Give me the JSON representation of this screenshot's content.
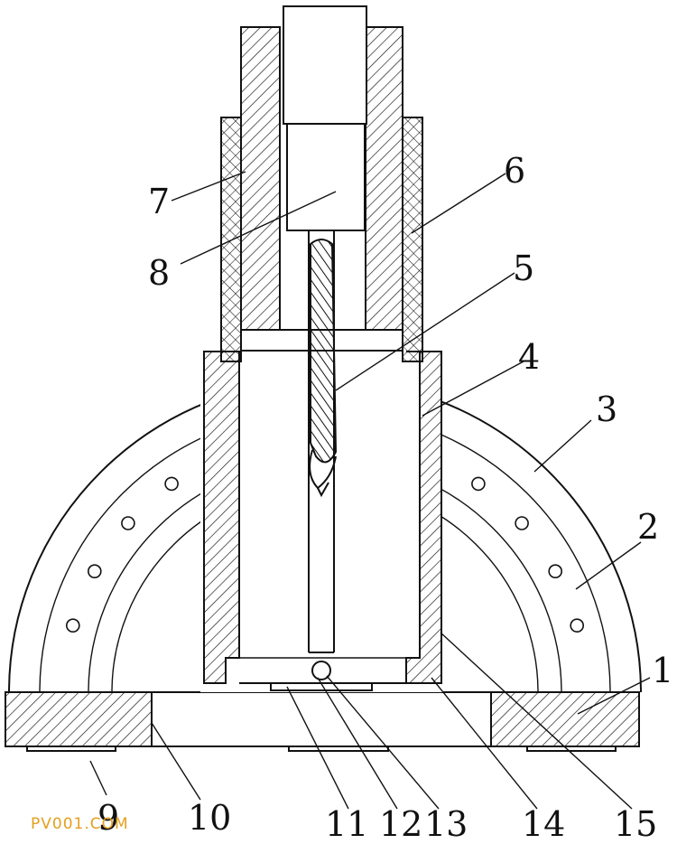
{
  "diagram": {
    "callouts": [
      "1",
      "2",
      "3",
      "4",
      "5",
      "6",
      "7",
      "8",
      "9",
      "10",
      "11",
      "12",
      "13",
      "14",
      "15"
    ],
    "watermark": "PV001.COM"
  }
}
